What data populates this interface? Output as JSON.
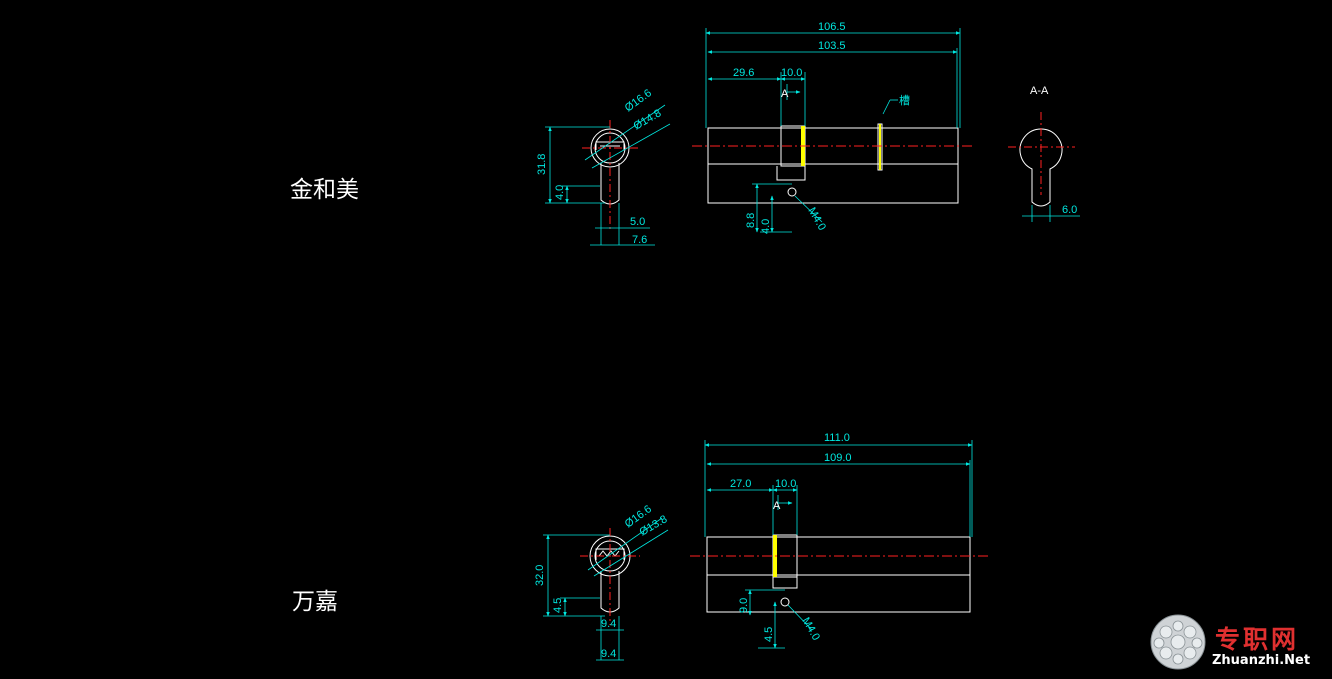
{
  "labels": {
    "top_brand": "金和美",
    "bottom_brand": "万嘉",
    "section_aa": "A-A",
    "section_marker": "A",
    "top_note": "槽"
  },
  "top": {
    "overall": "106.5",
    "inner": "103.5",
    "left_len": "29.6",
    "cam": "10.0",
    "face_dia_outer": "Ø16.6",
    "face_dia_inner": "Ø14.8",
    "height": "31.8",
    "height_small": "4.0",
    "width_small": "5.0",
    "width_large": "7.6",
    "offset_a": "8.8",
    "offset_b": "4.0",
    "screw": "M4.0",
    "aa_width": "6.0"
  },
  "bottom": {
    "overall": "111.0",
    "inner": "109.0",
    "left_len": "27.0",
    "cam": "10.0",
    "face_dia_outer": "Ø16.6",
    "face_dia_inner": "Ø13.8",
    "height": "32.0",
    "height_small": "4.5",
    "width_small": "9.4",
    "width_large": "9.4",
    "offset_a": "9.0",
    "offset_b": "4.5",
    "screw": "M4.0"
  },
  "watermark": {
    "cn": "专职网",
    "en": "Zhuanzhi.Net"
  },
  "colors": {
    "background": "#000000",
    "outline": "#ffffff",
    "dimension": "#00e8e0",
    "centerline": "#ff2020",
    "cam_highlight": "#ffff00",
    "watermark_cn": "#e03030"
  }
}
